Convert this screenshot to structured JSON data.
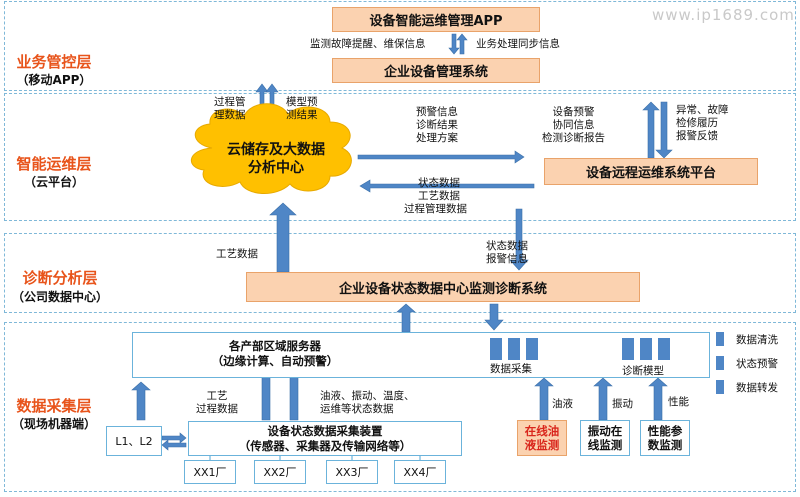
{
  "watermark": "www.ip1689.com",
  "layers": [
    {
      "name": "业务管控层",
      "sub": "（移动APP）"
    },
    {
      "name": "智能运维层",
      "sub": "（云平台）"
    },
    {
      "name": "诊断分析层",
      "sub": "（公司数据中心）"
    },
    {
      "name": "数据采集层",
      "sub": "（现场机器端）"
    }
  ],
  "boxes": {
    "app": "设备智能运维管理APP",
    "enterprise_mgmt": "企业设备管理系统",
    "cloud": [
      "云储存及大数据",
      "分析中心"
    ],
    "remote_platform": "设备远程运维系统平台",
    "monitor_system": "企业设备状态数据中心监测诊断系统",
    "servers": [
      "各产部区域服务器",
      "（边缘计算、自动预警）"
    ],
    "collector": [
      "设备状态数据采集装置",
      "（传感器、采集器及传输网络等）"
    ],
    "l1l2": "L1、L2",
    "oil": [
      "在线油",
      "液监测"
    ],
    "vibration": [
      "振动在",
      "线监测"
    ],
    "performance": [
      "性能参",
      "数监测"
    ],
    "factories": [
      "XX1厂",
      "XX2厂",
      "XX3厂",
      "XX4厂"
    ]
  },
  "labels": {
    "monitor_remind": "监测故障提醒、维保信息",
    "biz_sync": "业务处理同步信息",
    "process_mgmt": [
      "过程管",
      "理数据"
    ],
    "model_pred": [
      "模型预",
      "测结果"
    ],
    "alarm_info": [
      "预警信息",
      "诊断结果",
      "处理方案"
    ],
    "device_alarm": [
      "设备预警",
      "协同信息",
      "检测诊断报告"
    ],
    "anomaly": [
      "异常、故障",
      "检修履历",
      "报警反馈"
    ],
    "status_data": [
      "状态数据",
      "工艺数据",
      "过程管理数据"
    ],
    "process_data": "工艺数据",
    "status_alarm": [
      "状态数据",
      "报警信息"
    ],
    "data_collect": "数据采集",
    "diag_model": "诊断模型",
    "process_mgmt2": [
      "工艺",
      "过程数据"
    ],
    "oil_vib": [
      "油液、振动、温度、",
      "运维等状态数据"
    ],
    "oil": "油液",
    "vib": "振动",
    "perf": "性能",
    "legend": [
      "数据清洗",
      "状态预警",
      "数据转发"
    ]
  },
  "colors": {
    "layer_title": "#e8541b",
    "orange_fill": "#fbd2b0",
    "cloud_fill": "#ffc000",
    "arrow_fill": "#4f86c6",
    "line_blue": "#6bb3db"
  }
}
